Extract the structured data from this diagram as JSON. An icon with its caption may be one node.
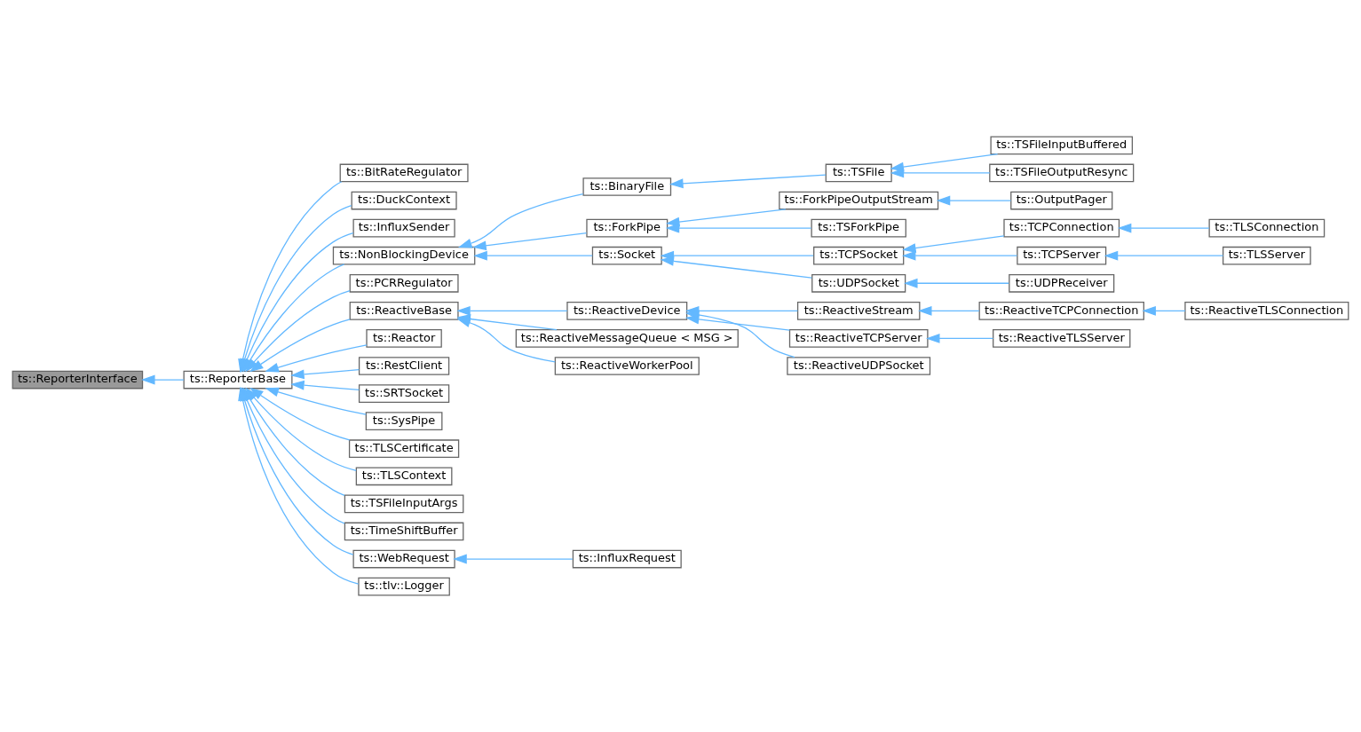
{
  "diagram": {
    "nodes": [
      {
        "text": [
          "ts::ReporterInterface"
        ]
      },
      {
        "text": [
          "ts::ReporterBase"
        ]
      },
      {
        "text": [
          "ts::BitRateRegulator"
        ]
      },
      {
        "text": [
          "ts::DuckContext"
        ]
      },
      {
        "text": [
          "ts::InfluxSender"
        ]
      },
      {
        "text": [
          "ts::NonBlockingDevice"
        ]
      },
      {
        "text": [
          "ts::PCRRegulator"
        ]
      },
      {
        "text": [
          "ts::ReactiveBase"
        ]
      },
      {
        "text": [
          "ts::Reactor"
        ]
      },
      {
        "text": [
          "ts::RestClient"
        ]
      },
      {
        "text": [
          "ts::SRTSocket"
        ]
      },
      {
        "text": [
          "ts::SysPipe"
        ]
      },
      {
        "text": [
          "ts::TLSCertificate"
        ]
      },
      {
        "text": [
          "ts::TLSContext"
        ]
      },
      {
        "text": [
          "ts::TSFileInputArgs"
        ]
      },
      {
        "text": [
          "ts::TimeShiftBuffer"
        ]
      },
      {
        "text": [
          "ts::WebRequest"
        ]
      },
      {
        "text": [
          "ts::tlv::Logger"
        ]
      },
      {
        "text": [
          "ts::BinaryFile"
        ]
      },
      {
        "text": [
          "ts::ForkPipe"
        ]
      },
      {
        "text": [
          "ts::Socket"
        ]
      },
      {
        "text": [
          "ts::ReactiveDevice"
        ]
      },
      {
        "text": [
          "ts::ReactiveMessageQueue < MSG >"
        ]
      },
      {
        "text": [
          "ts::ReactiveWorkerPool"
        ]
      },
      {
        "text": [
          "ts::InfluxRequest"
        ]
      },
      {
        "text": [
          "ts::TSFile"
        ]
      },
      {
        "text": [
          "ts::ForkPipeOutputStream"
        ]
      },
      {
        "text": [
          "ts::TSForkPipe"
        ]
      },
      {
        "text": [
          "ts::TCPSocket"
        ]
      },
      {
        "text": [
          "ts::UDPSocket"
        ]
      },
      {
        "text": [
          "ts::ReactiveStream"
        ]
      },
      {
        "text": [
          "ts::ReactiveTCPServer"
        ]
      },
      {
        "text": [
          "ts::ReactiveUDPSocket"
        ]
      },
      {
        "text": [
          "ts::TSFileInputBuffered"
        ]
      },
      {
        "text": [
          "ts::TSFileOutputResync"
        ]
      },
      {
        "text": [
          "ts::OutputPager"
        ]
      },
      {
        "text": [
          "ts::TCPConnection"
        ]
      },
      {
        "text": [
          "ts::TCPServer"
        ]
      },
      {
        "text": [
          "ts::UDPReceiver"
        ]
      },
      {
        "text": [
          "ts::ReactiveTCPConnection"
        ]
      },
      {
        "text": [
          "ts::ReactiveTLSServer"
        ]
      },
      {
        "text": [
          "ts::TLSConnection"
        ]
      },
      {
        "text": [
          "ts::TLSServer"
        ]
      },
      {
        "text": [
          "ts::ReactiveTLSConnection"
        ]
      }
    ],
    "edges": [
      {
        "from": 1,
        "to": 0,
        "arrow": "to"
      },
      {
        "from": 2,
        "to": 1,
        "arrow": "to"
      },
      {
        "from": 3,
        "to": 1,
        "arrow": "to"
      },
      {
        "from": 4,
        "to": 1,
        "arrow": "to"
      },
      {
        "from": 5,
        "to": 1,
        "arrow": "to"
      },
      {
        "from": 6,
        "to": 1,
        "arrow": "to"
      },
      {
        "from": 7,
        "to": 1,
        "arrow": "to"
      },
      {
        "from": 8,
        "to": 1,
        "arrow": "to"
      },
      {
        "from": 9,
        "to": 1,
        "arrow": "to"
      },
      {
        "from": 10,
        "to": 1,
        "arrow": "to"
      },
      {
        "from": 11,
        "to": 1,
        "arrow": "to"
      },
      {
        "from": 12,
        "to": 1,
        "arrow": "to"
      },
      {
        "from": 13,
        "to": 1,
        "arrow": "to"
      },
      {
        "from": 14,
        "to": 1,
        "arrow": "to"
      },
      {
        "from": 15,
        "to": 1,
        "arrow": "to"
      },
      {
        "from": 16,
        "to": 1,
        "arrow": "to"
      },
      {
        "from": 17,
        "to": 1,
        "arrow": "to"
      },
      {
        "from": 18,
        "to": 5,
        "arrow": "to"
      },
      {
        "from": 19,
        "to": 5,
        "arrow": "to"
      },
      {
        "from": 20,
        "to": 5,
        "arrow": "to"
      },
      {
        "from": 21,
        "to": 7,
        "arrow": "to"
      },
      {
        "from": 22,
        "to": 7,
        "arrow": "to"
      },
      {
        "from": 23,
        "to": 7,
        "arrow": "to"
      },
      {
        "from": 24,
        "to": 16,
        "arrow": "to"
      },
      {
        "from": 25,
        "to": 18,
        "arrow": "to"
      },
      {
        "from": 26,
        "to": 19,
        "arrow": "to"
      },
      {
        "from": 27,
        "to": 19,
        "arrow": "to"
      },
      {
        "from": 28,
        "to": 20,
        "arrow": "to"
      },
      {
        "from": 29,
        "to": 20,
        "arrow": "to"
      },
      {
        "from": 30,
        "to": 21,
        "arrow": "to"
      },
      {
        "from": 31,
        "to": 21,
        "arrow": "to"
      },
      {
        "from": 32,
        "to": 21,
        "arrow": "to"
      },
      {
        "from": 33,
        "to": 25,
        "arrow": "to"
      },
      {
        "from": 34,
        "to": 25,
        "arrow": "to"
      },
      {
        "from": 35,
        "to": 26,
        "arrow": "to"
      },
      {
        "from": 36,
        "to": 28,
        "arrow": "to"
      },
      {
        "from": 37,
        "to": 28,
        "arrow": "to"
      },
      {
        "from": 38,
        "to": 29,
        "arrow": "to"
      },
      {
        "from": 39,
        "to": 30,
        "arrow": "to"
      },
      {
        "from": 40,
        "to": 31,
        "arrow": "to"
      },
      {
        "from": 41,
        "to": 36,
        "arrow": "to"
      },
      {
        "from": 42,
        "to": 37,
        "arrow": "to"
      },
      {
        "from": 43,
        "to": 39,
        "arrow": "to"
      }
    ]
  }
}
